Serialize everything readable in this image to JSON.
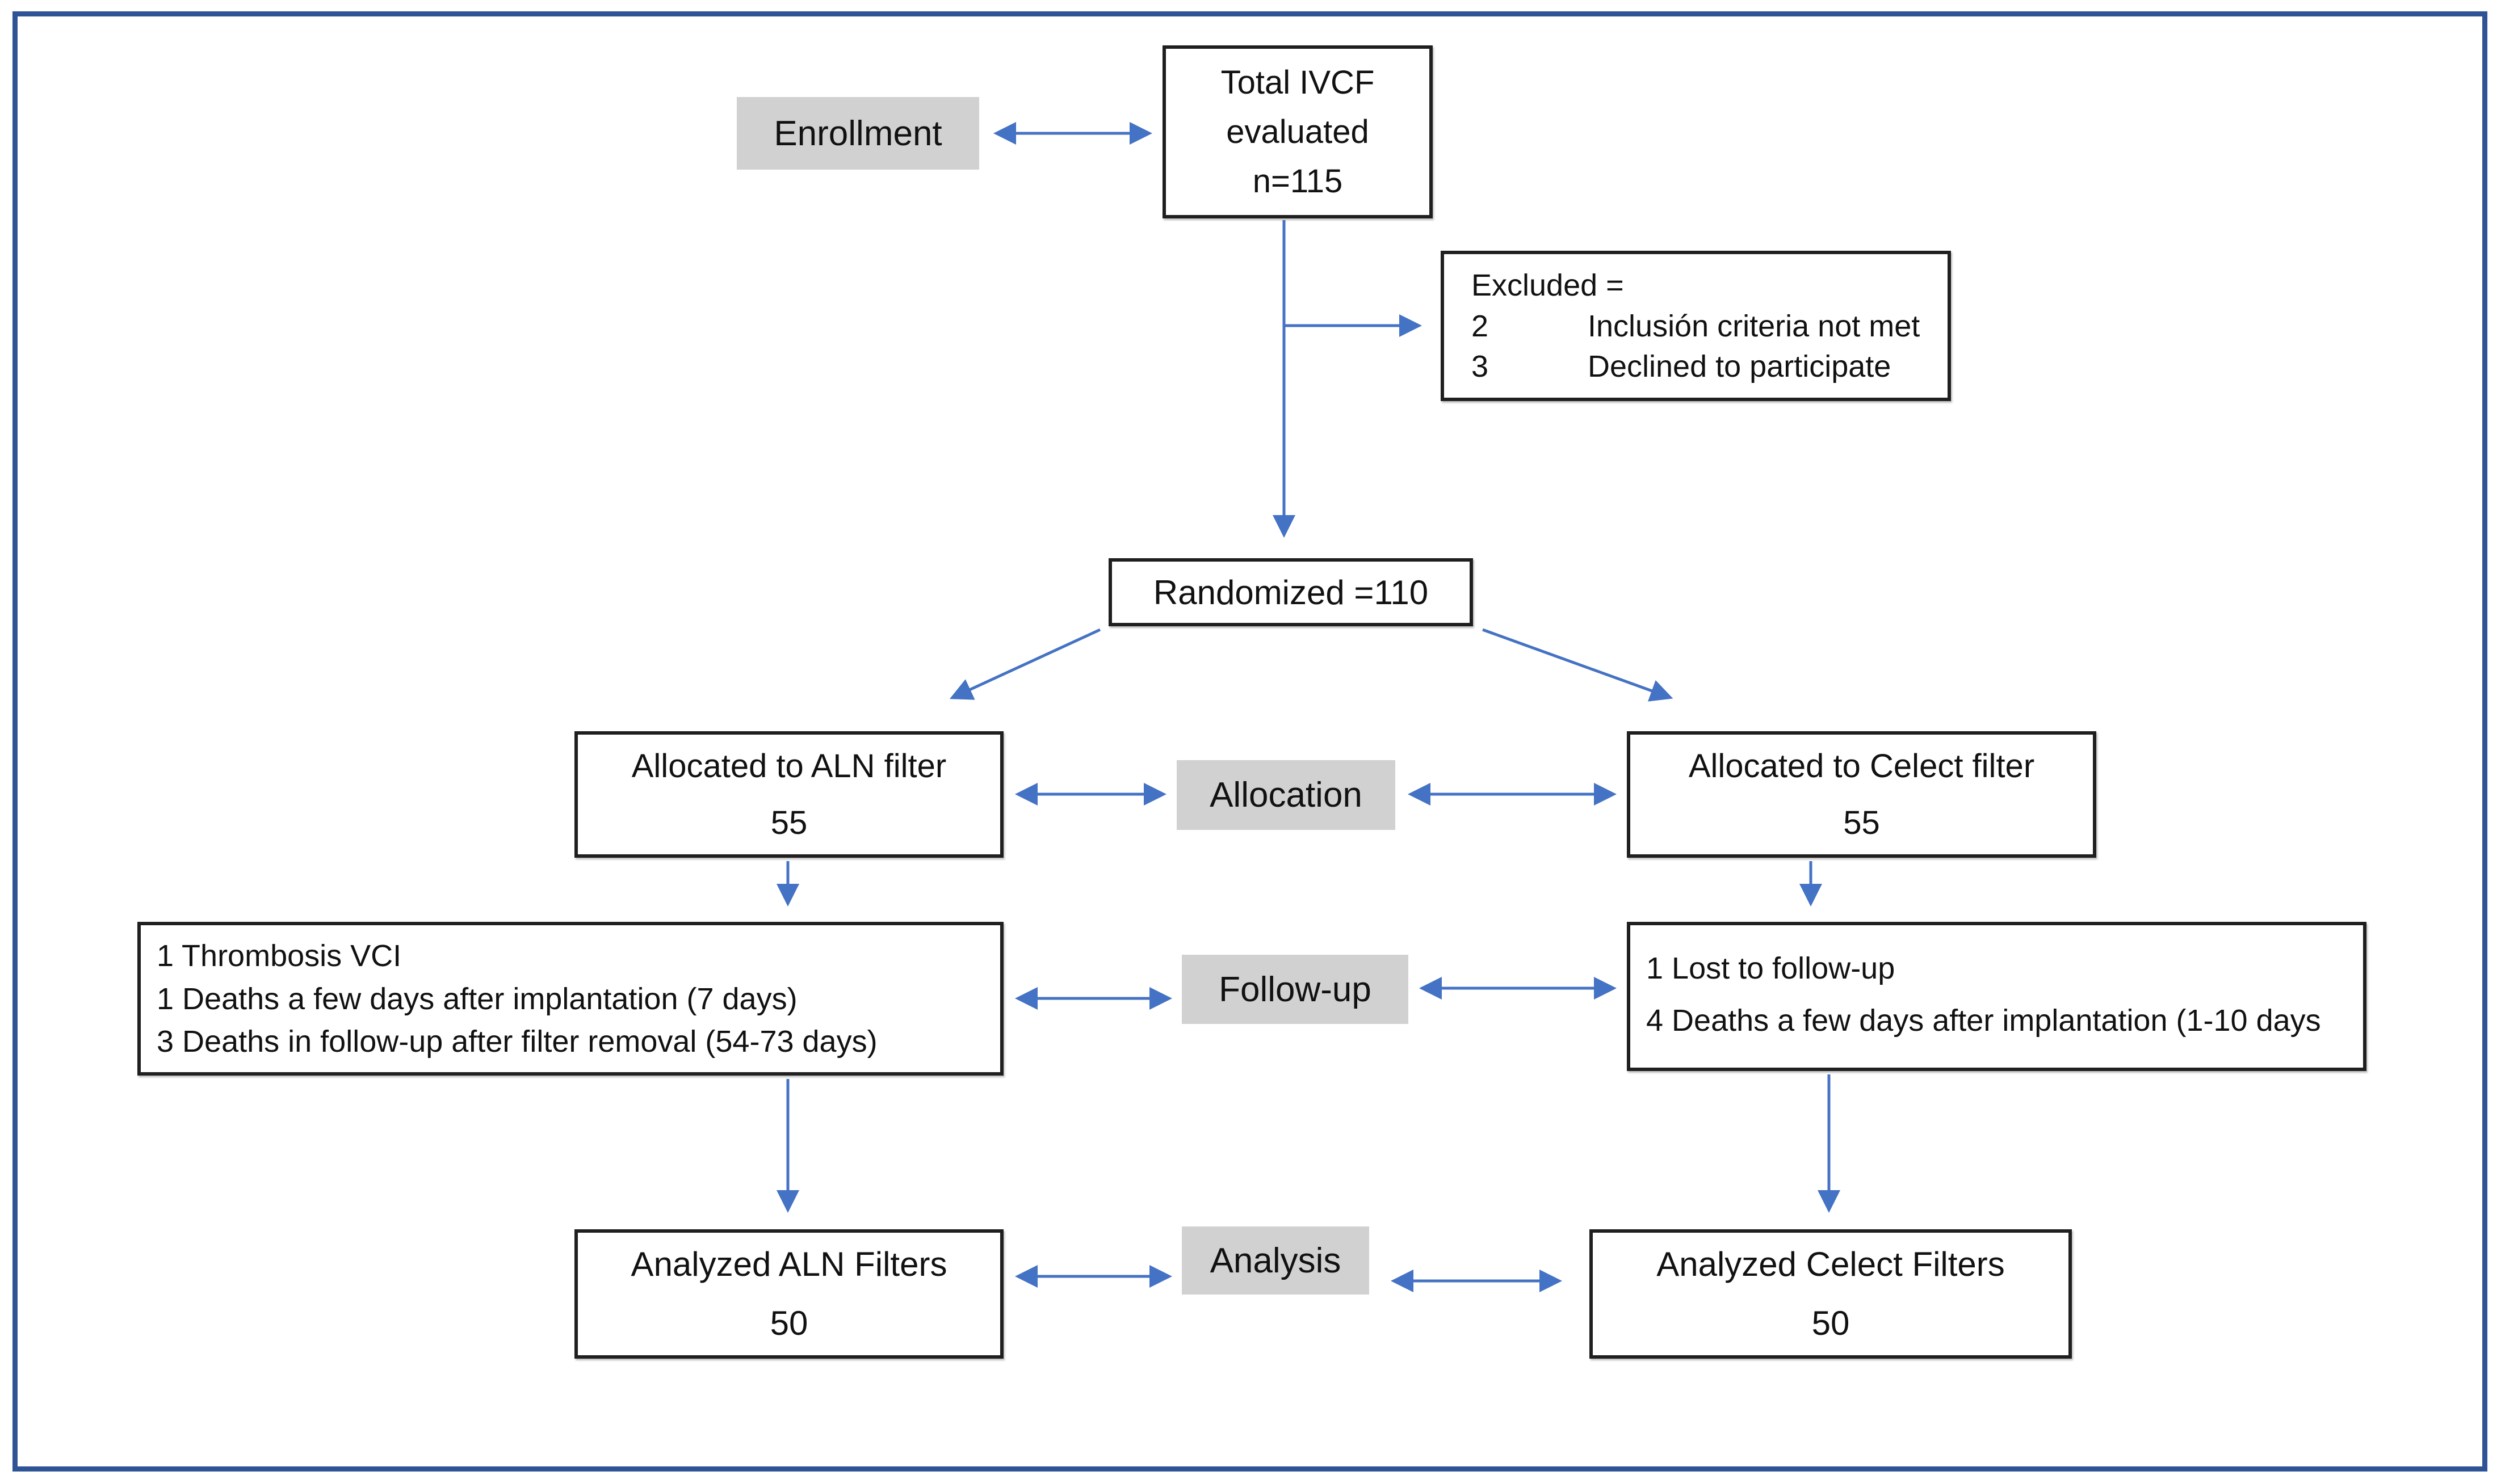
{
  "diagram": {
    "stage_labels": {
      "enrollment": "Enrollment",
      "allocation": "Allocation",
      "followup": "Follow-up",
      "analysis": "Analysis"
    },
    "boxes": {
      "total_evaluated": {
        "lines": [
          "Total IVCF",
          "evaluated",
          "n=115"
        ]
      },
      "excluded": {
        "title": "Excluded =",
        "items": [
          {
            "n": "2",
            "text": "Inclusión criteria not met"
          },
          {
            "n": "3",
            "text": "Declined to participate"
          }
        ]
      },
      "randomized": {
        "text": "Randomized =110"
      },
      "allocated_aln": {
        "lines": [
          "Allocated to ALN filter",
          "55"
        ]
      },
      "allocated_celect": {
        "lines": [
          "Allocated to Celect filter",
          "55"
        ]
      },
      "followup_aln": {
        "items": [
          "1 Thrombosis VCI",
          "1 Deaths a few days after implantation (7 days)",
          "3 Deaths in follow-up after filter removal (54-73 days)"
        ]
      },
      "followup_celect": {
        "items": [
          "1 Lost to follow-up",
          "4 Deaths a few days after implantation (1-10 days"
        ]
      },
      "analyzed_aln": {
        "lines": [
          "Analyzed ALN Filters",
          "50"
        ]
      },
      "analyzed_celect": {
        "lines": [
          "Analyzed Celect Filters",
          "50"
        ]
      }
    },
    "colors": {
      "arrow": "#4472C4",
      "label_bg": "#D2D1D1",
      "box_border": "#1F1F1F",
      "frame_border": "#2F5496"
    }
  }
}
